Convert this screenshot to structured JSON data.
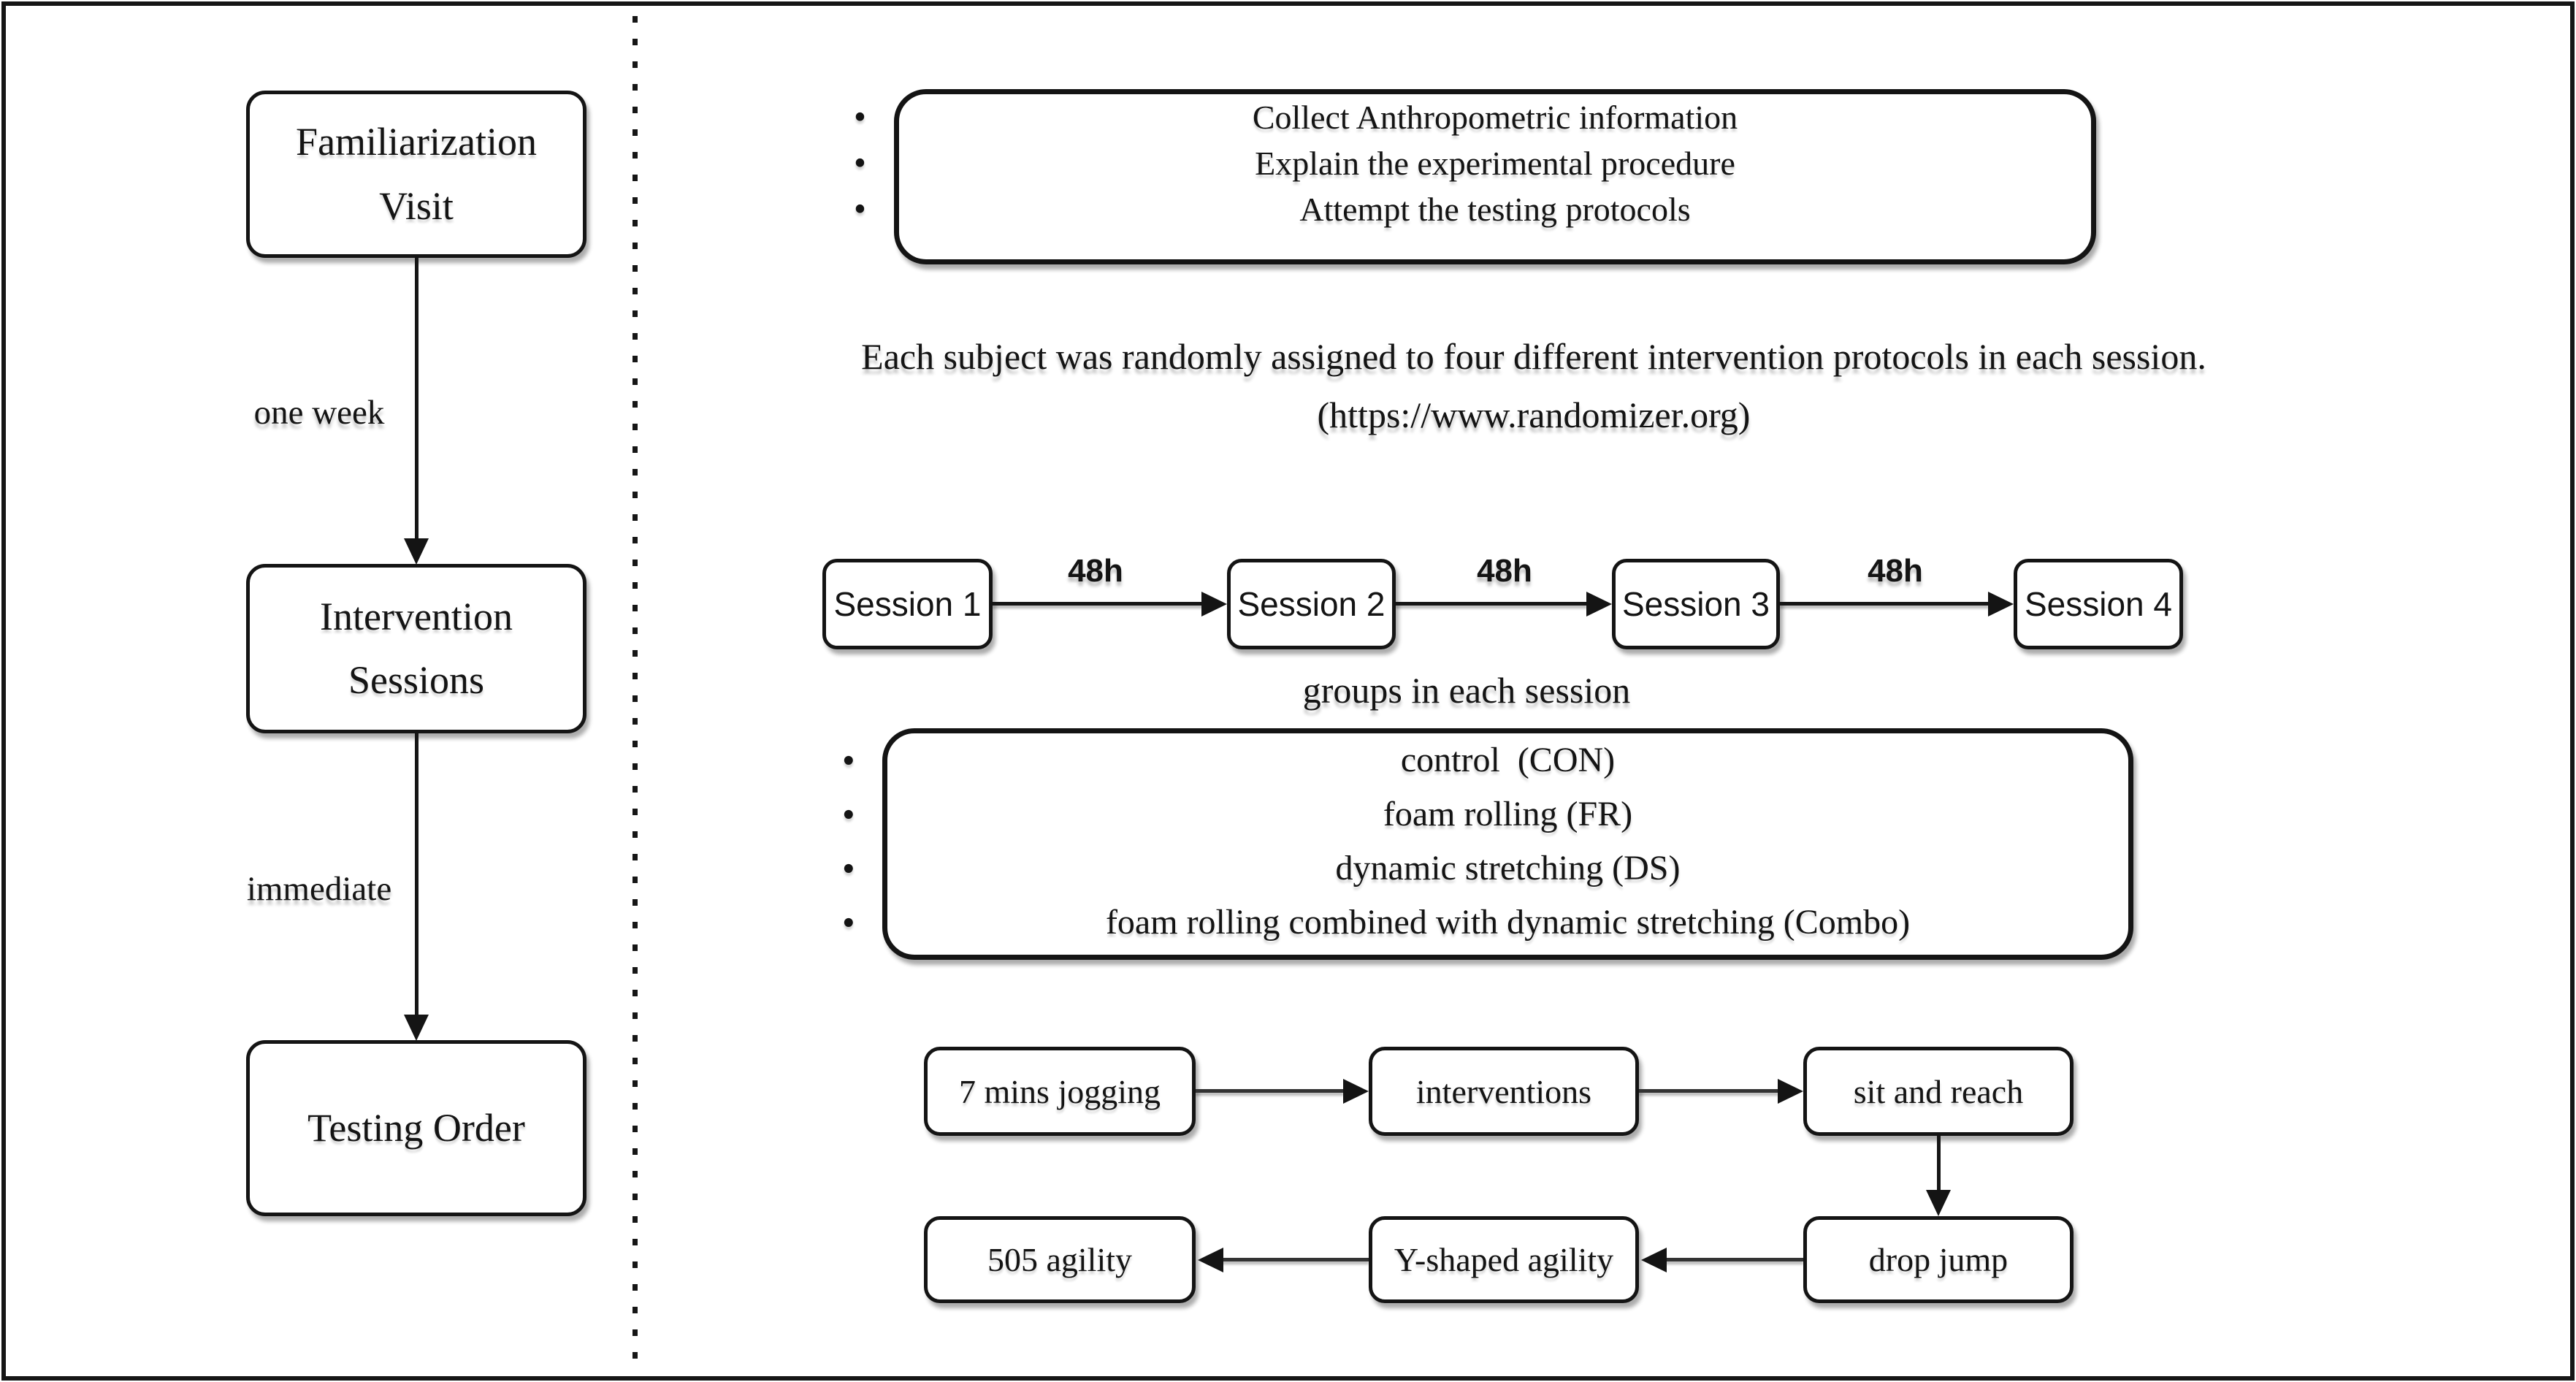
{
  "colors": {
    "ink": "#141414",
    "paper": "#ffffff",
    "arrow_gray": "#333333"
  },
  "left_timeline": {
    "familiarization_box": {
      "line1": "Familiarization",
      "line2": "Visit"
    },
    "interval_1": "one week",
    "intervention_box": {
      "line1": "Intervention",
      "line2": "Sessions"
    },
    "interval_2": "immediate",
    "testing_box": "Testing Order"
  },
  "familiarization_tasks": {
    "items": [
      "Collect Anthropometric information",
      "Explain the experimental procedure",
      "Attempt the testing protocols"
    ]
  },
  "randomization_note": {
    "line1": "Each subject was randomly assigned to four different intervention protocols in each session.",
    "line2": "(https://www.randomizer.org)"
  },
  "sessions": {
    "labels": [
      "Session 1",
      "Session 2",
      "Session 3",
      "Session 4"
    ],
    "gap_labels": [
      "48h",
      "48h",
      "48h"
    ],
    "caption": "groups in each session"
  },
  "groups": {
    "items": [
      "control  (CON)",
      "foam rolling (FR)",
      "dynamic stretching (DS)",
      "foam rolling combined with dynamic stretching (Combo)"
    ]
  },
  "testing_flow": {
    "row1": [
      "7 mins jogging",
      "interventions",
      "sit and reach"
    ],
    "row2": [
      "505 agility",
      "Y-shaped agility",
      "drop jump"
    ]
  }
}
